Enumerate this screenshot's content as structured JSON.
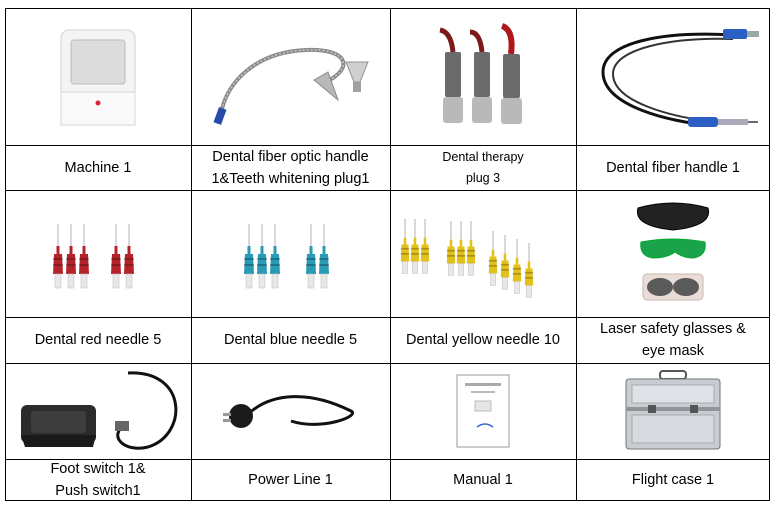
{
  "items": [
    {
      "label": "Machine 1",
      "icon": "laser-machine-icon"
    },
    {
      "label": "Dental fiber optic handle\n1&Teeth whitening plug1",
      "icon": "fiber-optic-handle-icon"
    },
    {
      "label": "Dental therapy\nplug 3",
      "icon": "therapy-plug-icon",
      "small": true
    },
    {
      "label": "Dental fiber handle 1",
      "icon": "fiber-handle-icon"
    },
    {
      "label": "Dental red needle 5",
      "icon": "red-needle-icon"
    },
    {
      "label": "Dental blue needle 5",
      "icon": "blue-needle-icon"
    },
    {
      "label": "Dental yellow needle 10",
      "icon": "yellow-needle-icon"
    },
    {
      "label": "Laser safety glasses &\neye mask",
      "icon": "safety-glasses-icon"
    },
    {
      "label": "Foot switch 1&\nPush switch1",
      "icon": "foot-switch-icon"
    },
    {
      "label": "Power Line 1",
      "icon": "power-cord-icon"
    },
    {
      "label": "Manual 1",
      "icon": "manual-icon"
    },
    {
      "label": "Flight case 1",
      "icon": "flight-case-icon"
    }
  ],
  "colors": {
    "border": "#000000",
    "needle_red": "#b4232b",
    "needle_blue": "#2a9ab5",
    "needle_yellow": "#e2c11b",
    "glasses_green": "#1aa34a"
  }
}
